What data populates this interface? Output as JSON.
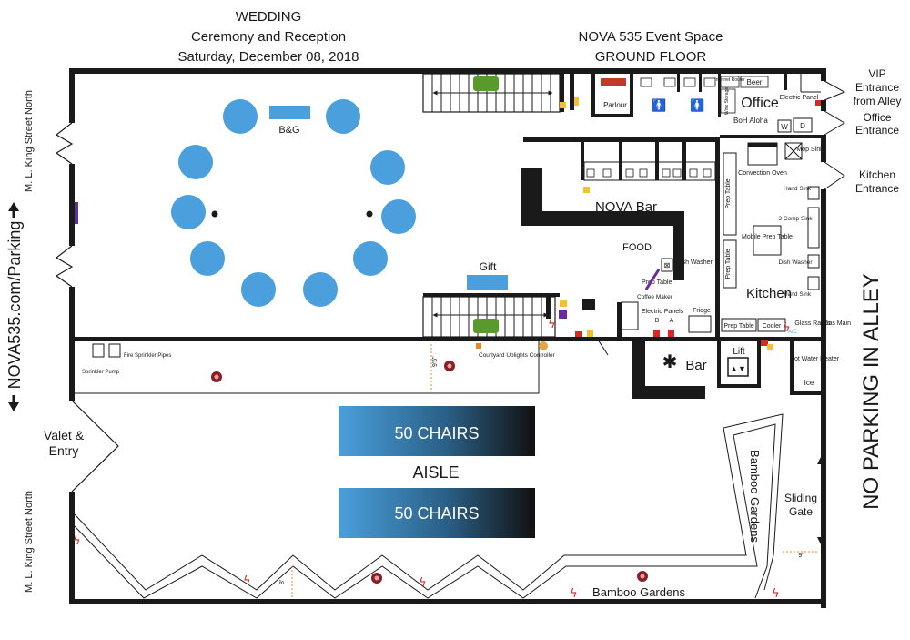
{
  "event": {
    "title": "WEDDING",
    "subtitle": "Ceremony and Reception",
    "date": "Saturday, December 08, 2018"
  },
  "venue": {
    "name": "NOVA 535 Event Space",
    "floor": "GROUND FLOOR"
  },
  "streets": {
    "west_upper": "M. L. King Street North",
    "west_lower": "M. L. King Street North",
    "parking": "NOVA535.com/Parking",
    "alley": "NO PARKING IN ALLEY"
  },
  "entrances": {
    "vip": "VIP Entrance from Alley",
    "office": "Office Entrance",
    "kitchen": "Kitchen Entrance",
    "valet": "Valet & Entry",
    "sliding_gate": "Sliding Gate"
  },
  "rooms": {
    "office": "Office",
    "parlour": "Parlour",
    "nova_bar": "NOVA Bar",
    "food": "FOOD",
    "kitchen": "Kitchen",
    "bar": "Bar",
    "lift": "Lift",
    "ice": "Ice",
    "boh": "BoH Aloha",
    "bamboo_bottom": "Bamboo Gardens",
    "bamboo_right": "Bamboo Gardens"
  },
  "reception": {
    "head_table": "B&G",
    "gift": "Gift"
  },
  "ceremony": {
    "chairs_top": "50 CHAIRS",
    "chairs_bottom": "50 CHAIRS",
    "aisle": "AISLE"
  },
  "equipment": {
    "internet_router": "Internet Router",
    "beer": "Beer",
    "wine_storage": "Wine Storage",
    "electric_panel": "Electric Panel",
    "washer": "W",
    "dryer": "D",
    "convection_oven": "Convection Oven",
    "mop_sink": "Mop Sink",
    "hand_sink_1": "Hand Sink",
    "three_comp_sink": "3 Comp Sink",
    "mobile_prep_table": "Mobile Prep Table",
    "dish_washer_k": "Dish Washer",
    "hand_sink_2": "Hand Sink",
    "prep_table_1": "Prep Table",
    "prep_table_2": "Prep Table",
    "prep_table_food": "Prep Table",
    "dish_washer_food": "Dish Washer",
    "coffee_maker": "Coffee Maker",
    "electric_panels": "Electric Panels",
    "panels_b": "B",
    "panels_a": "A",
    "fridge": "Fridge",
    "prep_table_bottom": "Prep Table",
    "cooler": "Cooler",
    "ac": "A/C",
    "glass_racks": "Glass Racks",
    "gas_main": "Gas Main",
    "hot_water_heater": "Hot Water Heater",
    "sprinkler_pump": "Sprinkler Pump",
    "fire_sprinkler_pipes": "Fire Sprinkler Pipes",
    "courtyard_uplights": "Courtyard Uplights Controller"
  },
  "dimensions": {
    "courtyard_width": "9'5\"",
    "zigzag_depth": "8'",
    "gate_width": "9'"
  },
  "colors": {
    "table_blue": "#4a9fdc",
    "green_sofa": "#5a9a2c",
    "sofa_red": "#c0392b",
    "outlet_red": "#d62828",
    "bar_purple": "#6a2c9c",
    "marker_yellow": "#f2c12e",
    "chairs_gradient_start": "#4a9fdc",
    "chairs_gradient_end": "#111111"
  }
}
